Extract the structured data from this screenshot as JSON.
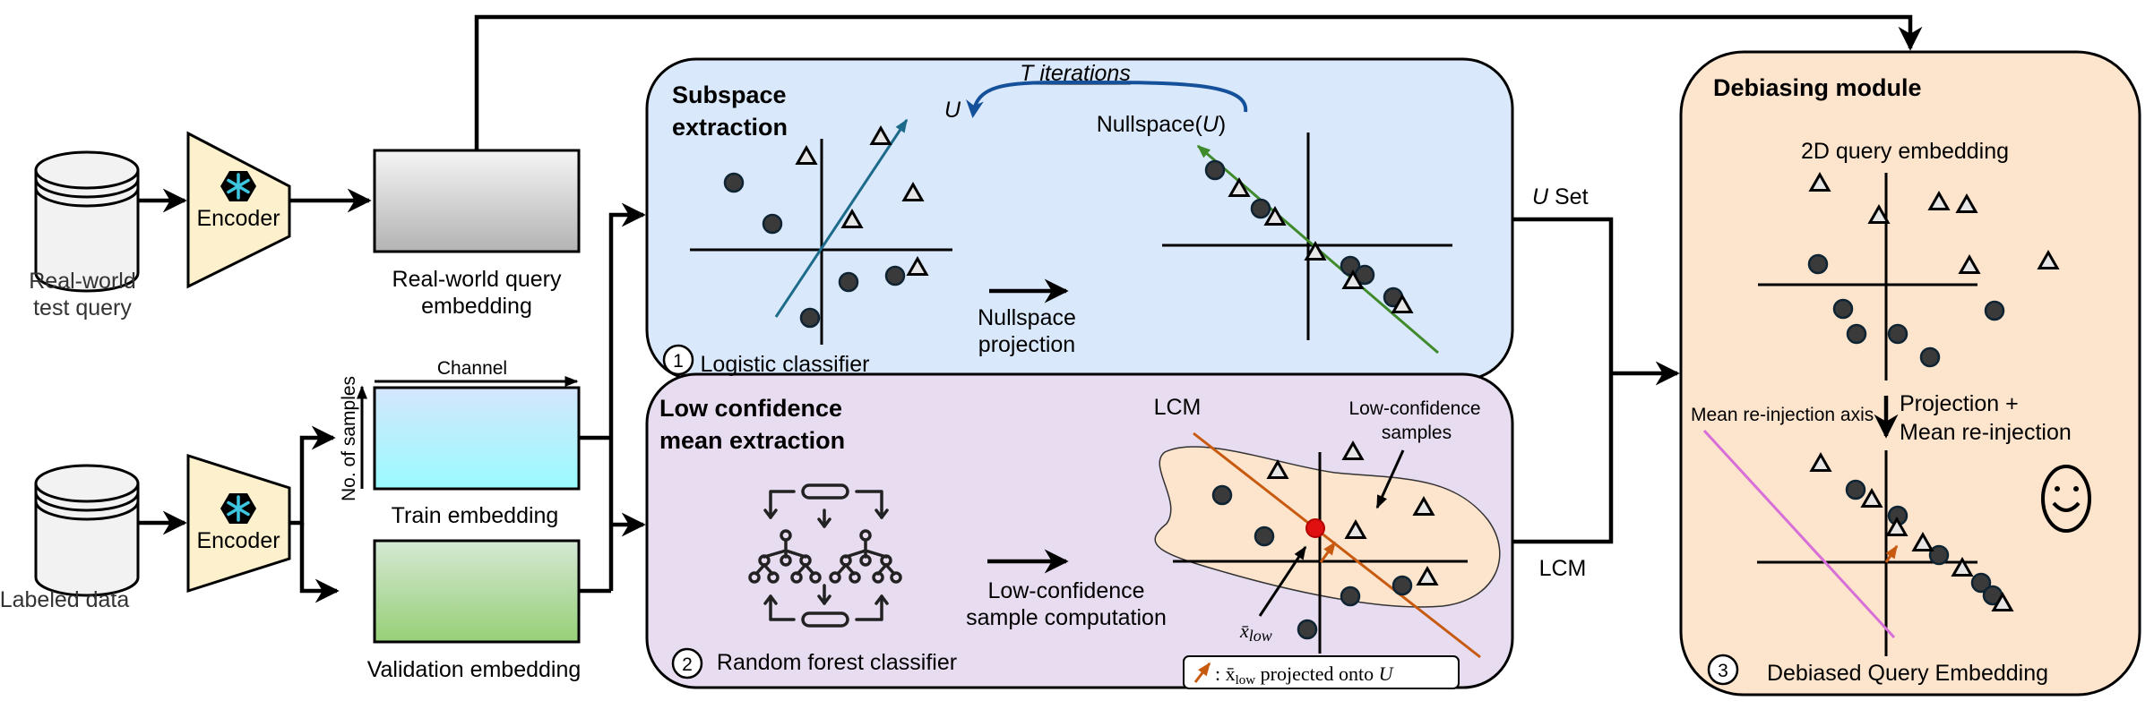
{
  "inputs": {
    "real_world": {
      "label_line1": "Real-world",
      "label_line2": "test query"
    },
    "labeled": {
      "label": "Labeled data"
    }
  },
  "encoder": {
    "label": "Encoder",
    "icon": "snowflake-icon",
    "icon_color": "#3ec6e0",
    "fill": "#fdf0cc"
  },
  "embeddings": {
    "real_world": {
      "label_line1": "Real-world query",
      "label_line2": "embedding"
    },
    "train": {
      "label": "Train embedding",
      "x_axis": "Channel",
      "y_axis": "No. of samples"
    },
    "validation": {
      "label": "Validation embedding"
    }
  },
  "module1": {
    "step": "1",
    "title_line1": "Subspace",
    "title_line2": "extraction",
    "loop_label": "T iterations",
    "vector_label": "U",
    "left_plot_caption": "Logistic classifier",
    "arrow_label_line1": "Nullspace",
    "arrow_label_line2": "projection",
    "right_plot_title": "Nullspace(",
    "right_plot_title_var": "U",
    "right_plot_title_end": ")",
    "fill": "#dae8fc"
  },
  "module2": {
    "step": "2",
    "title_line1": "Low confidence",
    "title_line2": "mean extraction",
    "icon": "random-forest-icon",
    "caption": "Random forest classifier",
    "arrow_label_line1": "Low-confidence",
    "arrow_label_line2": "sample computation",
    "lcm_label": "LCM",
    "region_label_line1": "Low-confidence",
    "region_label_line2": "samples",
    "mean_label": "x̄",
    "mean_label_sub": "low",
    "legend_text_pre": ": x̄",
    "legend_text_sub": "low",
    "legend_text_post": " projected onto ",
    "legend_text_var": "U",
    "fill": "#e8dcf0",
    "lcm_color": "#c85a10",
    "mean_point_color": "#e01010"
  },
  "connectors": {
    "u_set_var": "U",
    "u_set_label": " Set",
    "lcm_label": "LCM"
  },
  "module3": {
    "step": "3",
    "title": "Debiasing module",
    "top_plot_title": "2D query embedding",
    "transform_label_line1": "Projection +",
    "transform_label_line2": "Mean re-injection",
    "axis_label": "Mean re-injection axis",
    "caption": "Debiased Query Embedding",
    "icon": "smiley-face-icon",
    "fill": "#fde4cc",
    "axis_color": "#d86ed8"
  }
}
